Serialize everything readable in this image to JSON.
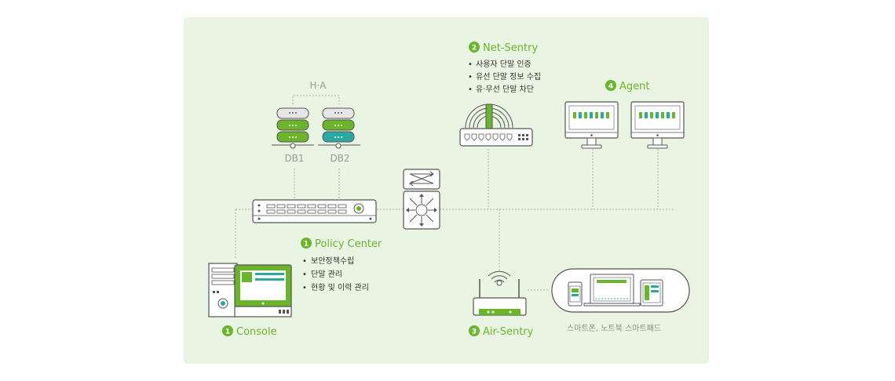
{
  "colors": {
    "accent": "#6ab52c",
    "teal": "#2aa9a1",
    "panel": "#eaf4e2",
    "line": "#aaaaaa"
  },
  "ha_label": "H·A",
  "db": {
    "db1_label": "DB1",
    "db2_label": "DB2"
  },
  "policy_center": {
    "number": "1",
    "label": "Policy Center",
    "bullets": [
      "보안정책수립",
      "단말 관리",
      "현황 및 이력 관리"
    ]
  },
  "console": {
    "number": "1",
    "label": "Console"
  },
  "net_sentry": {
    "number": "2",
    "label": "Net-Sentry",
    "bullets": [
      "사용자 단말 인증",
      "유선 단말 정보 수집",
      "유·무선 단말 차단"
    ]
  },
  "air_sentry": {
    "number": "3",
    "label": "Air-Sentry"
  },
  "agent": {
    "number": "4",
    "label": "Agent"
  },
  "mobile_caption": "스마트폰, 노트북 스마트패드",
  "icons": [
    "database-icon",
    "server-icon",
    "switch-icon",
    "router-icon",
    "monitor-icon",
    "console-computer-icon",
    "wireless-ap-icon",
    "smartphone-icon",
    "laptop-icon",
    "tablet-icon"
  ]
}
